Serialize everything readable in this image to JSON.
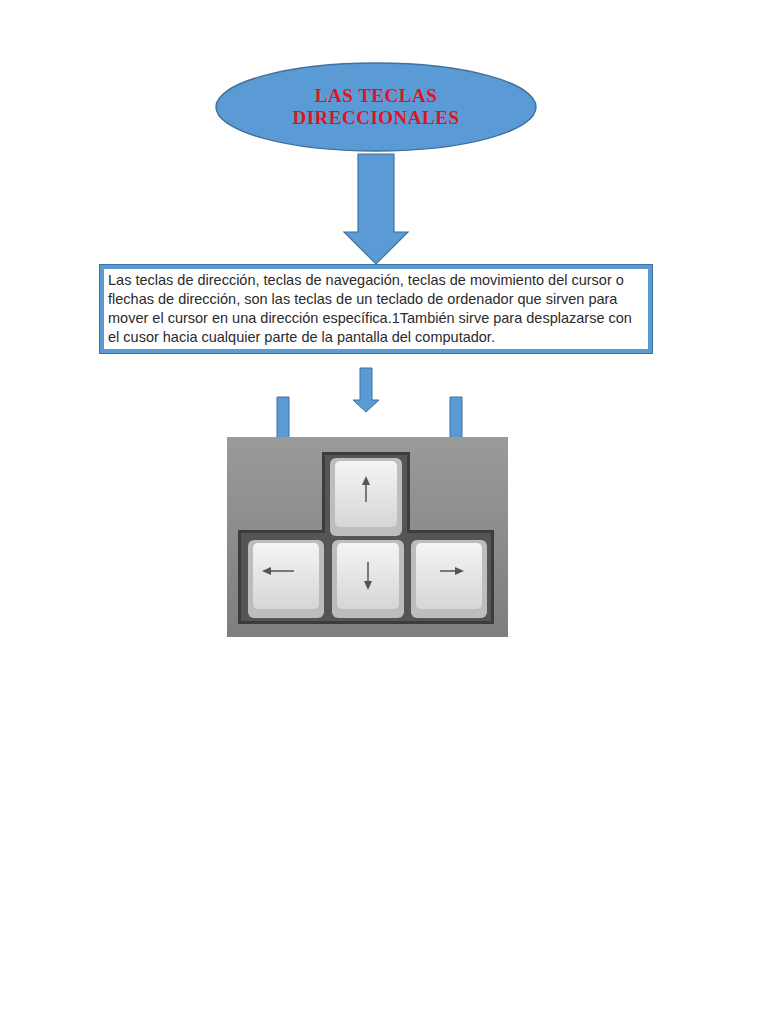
{
  "diagram": {
    "nodes": [
      {
        "text": [
          "LAS TECLAS DIRECCIONALES"
        ]
      },
      {
        "text": [
          "Las teclas de dirección, teclas de navegación, teclas de movimiento del cursor o flechas de dirección, son las teclas de un teclado de ordenador que sirven para mover el cursor en una dirección específica.1También sirve para desplazarse con el cusor hacia cualquier parte de la pantalla del computador."
        ]
      }
    ],
    "edges": [
      {
        "from": 0,
        "to": 1,
        "arrow": "to"
      }
    ]
  }
}
